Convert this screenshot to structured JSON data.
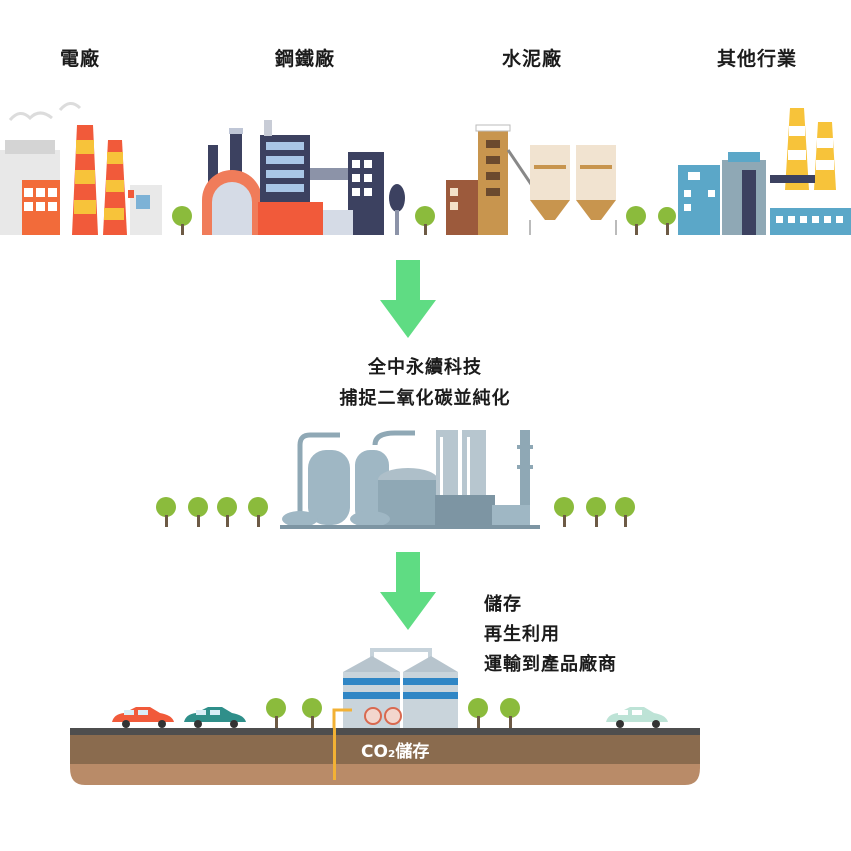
{
  "industries": [
    {
      "label": "電廠"
    },
    {
      "label": "鋼鐵廠"
    },
    {
      "label": "水泥廠"
    },
    {
      "label": "其他行業"
    }
  ],
  "capture": {
    "line1": "全中永續科技",
    "line2": "捕捉二氧化碳並純化"
  },
  "usage": {
    "items": [
      "儲存",
      "再生利用",
      "運輸到產品廠商"
    ]
  },
  "underground_label": "CO₂儲存",
  "colors": {
    "arrow": "#5fdc83",
    "tree": "#8bbb3c",
    "trunk": "#6d5a45",
    "stripe_red": "#f15a3a",
    "stripe_yellow": "#f7c33a",
    "soil_top": "#8a6b4e",
    "soil_bottom": "#b98b68",
    "pipe": "#f2b134"
  }
}
